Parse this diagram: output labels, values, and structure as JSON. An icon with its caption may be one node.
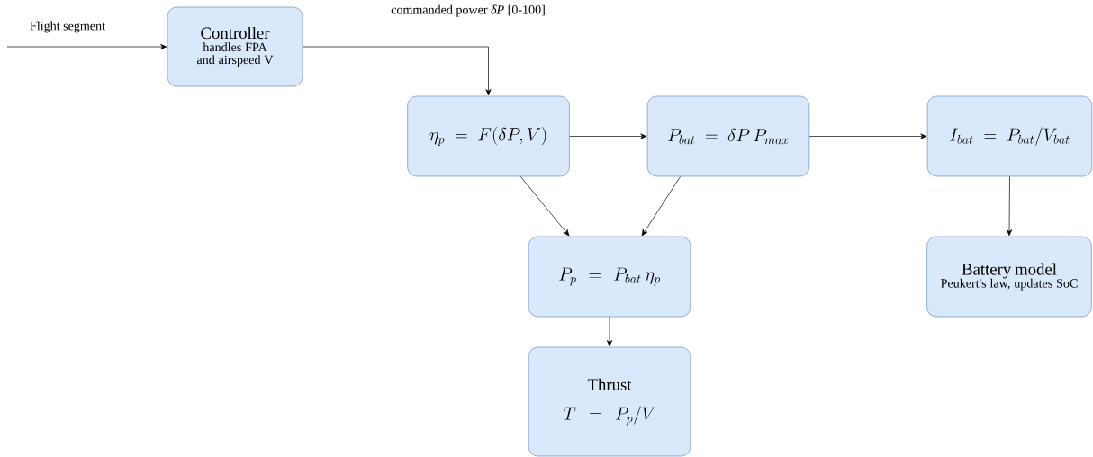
{
  "diagram": {
    "nodes": [
      {
        "text": [
          "Controller",
          "handles FPA and airspeed V"
        ]
      },
      {
        "text": [
          "\\eta_p = F(\\delta P, V)"
        ]
      },
      {
        "text": [
          "P_{bat} = \\delta P \\, P_{max}"
        ]
      },
      {
        "text": [
          "I_{bat} = P_{bat}/V_{bat}"
        ]
      },
      {
        "text": [
          "P_p = P_{bat} \\ \\eta_p"
        ]
      },
      {
        "text": [
          "Battery model",
          "Peukert's law, updates SoC"
        ]
      },
      {
        "text": [
          "Thrust",
          "T = P_p/V"
        ]
      }
    ],
    "edges": [
      {
        "from": null,
        "to": 0,
        "arrow": "to",
        "label": "Flight segment"
      },
      {
        "from": 0,
        "to": 1,
        "arrow": "to",
        "label": "commanded power *δP* [0-100]"
      },
      {
        "from": 1,
        "to": 2,
        "arrow": "to"
      },
      {
        "from": 2,
        "to": 3,
        "arrow": "to"
      },
      {
        "from": 1,
        "to": 4,
        "arrow": "to"
      },
      {
        "from": 2,
        "to": 4,
        "arrow": "to"
      },
      {
        "from": 3,
        "to": 5,
        "arrow": "to"
      },
      {
        "from": 4,
        "to": 6,
        "arrow": "to"
      }
    ]
  }
}
